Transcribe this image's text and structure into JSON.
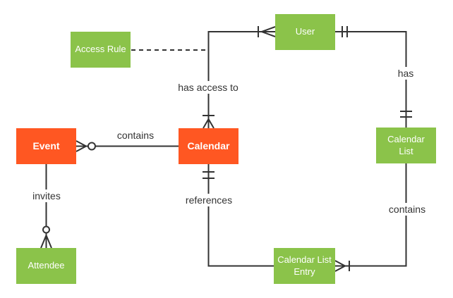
{
  "colors": {
    "entity_green": "#8BC34A",
    "entity_orange": "#FF5722",
    "line": "#333333",
    "relationship_label_text": "#333333",
    "entity_label_text": "#FFFFFF",
    "background": "#FFFFFF"
  },
  "entities": {
    "access_rule": {
      "label": "Access Rule",
      "color": "#8BC34A"
    },
    "user": {
      "label": "User",
      "color": "#8BC34A"
    },
    "event": {
      "label": "Event",
      "color": "#FF5722"
    },
    "calendar": {
      "label": "Calendar",
      "color": "#FF5722"
    },
    "calendar_list": {
      "label": "Calendar List",
      "color": "#8BC34A"
    },
    "attendee": {
      "label": "Attendee",
      "color": "#8BC34A"
    },
    "calendar_list_entry": {
      "label": "Calendar List Entry",
      "color": "#8BC34A"
    }
  },
  "relationships": {
    "has_access_to": {
      "label": "has access to",
      "from": "Calendar",
      "to": "User",
      "from_notation": "one-or-many",
      "to_notation": "one-or-many"
    },
    "has": {
      "label": "has",
      "from": "User",
      "to": "Calendar List",
      "from_notation": "one-and-only-one",
      "to_notation": "one-and-only-one"
    },
    "contains_event": {
      "label": "contains",
      "from": "Calendar",
      "to": "Event",
      "from_notation": "none",
      "to_notation": "zero-or-many"
    },
    "invites": {
      "label": "invites",
      "from": "Event",
      "to": "Attendee",
      "from_notation": "none",
      "to_notation": "zero-or-many"
    },
    "references": {
      "label": "references",
      "from": "Calendar",
      "to": "Calendar List Entry",
      "from_notation": "one-and-only-one",
      "to_notation": "none"
    },
    "contains_entry": {
      "label": "contains",
      "from": "Calendar List",
      "to": "Calendar List Entry",
      "from_notation": "none",
      "to_notation": "one-or-many"
    },
    "access_rule_association": {
      "label": "",
      "style": "dashed",
      "from": "Access Rule",
      "to": "has access to"
    }
  }
}
